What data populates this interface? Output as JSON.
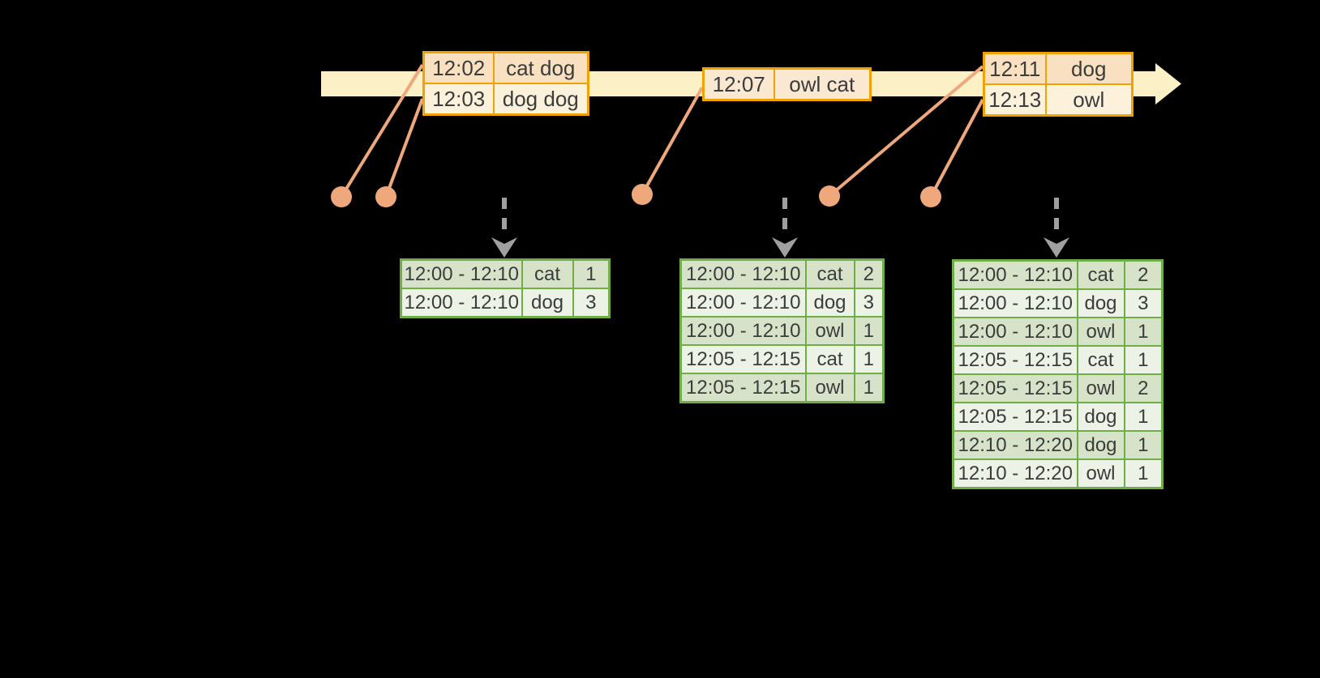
{
  "theme": {
    "background": "#000000",
    "timeline_fill": "#FBF0C6",
    "event_border": "#F0A202",
    "event_row_dark": "#F8E0C0",
    "event_row_mid": "#FAE8D0",
    "event_row_light": "#FCF2DC",
    "connector": "#EFA87C",
    "result_border": "#6FAD46",
    "result_row_dark": "#D7E3C9",
    "result_row_light": "#ECF2E6",
    "text": "#3C3C3C",
    "trigger_gray": "#A0A0A0"
  },
  "event_tables": [
    {
      "rows": [
        {
          "time": "12:02",
          "words": "cat dog"
        },
        {
          "time": "12:03",
          "words": "dog dog"
        }
      ]
    },
    {
      "rows": [
        {
          "time": "12:07",
          "words": "owl cat"
        }
      ]
    },
    {
      "rows": [
        {
          "time": "12:11",
          "words": "dog"
        },
        {
          "time": "12:13",
          "words": "owl"
        }
      ]
    }
  ],
  "result_tables": [
    {
      "rows": [
        {
          "window": "12:00 - 12:10",
          "word": "cat",
          "count": "1"
        },
        {
          "window": "12:00 - 12:10",
          "word": "dog",
          "count": "3"
        }
      ]
    },
    {
      "rows": [
        {
          "window": "12:00 - 12:10",
          "word": "cat",
          "count": "2"
        },
        {
          "window": "12:00 - 12:10",
          "word": "dog",
          "count": "3"
        },
        {
          "window": "12:00 - 12:10",
          "word": "owl",
          "count": "1"
        },
        {
          "window": "12:05 - 12:15",
          "word": "cat",
          "count": "1"
        },
        {
          "window": "12:05 - 12:15",
          "word": "owl",
          "count": "1"
        }
      ]
    },
    {
      "rows": [
        {
          "window": "12:00 - 12:10",
          "word": "cat",
          "count": "2"
        },
        {
          "window": "12:00 - 12:10",
          "word": "dog",
          "count": "3"
        },
        {
          "window": "12:00 - 12:10",
          "word": "owl",
          "count": "1"
        },
        {
          "window": "12:05 - 12:15",
          "word": "cat",
          "count": "1"
        },
        {
          "window": "12:05 - 12:15",
          "word": "owl",
          "count": "2"
        },
        {
          "window": "12:05 - 12:15",
          "word": "dog",
          "count": "1"
        },
        {
          "window": "12:10 - 12:20",
          "word": "dog",
          "count": "1"
        },
        {
          "window": "12:10 - 12:20",
          "word": "owl",
          "count": "1"
        }
      ]
    }
  ]
}
